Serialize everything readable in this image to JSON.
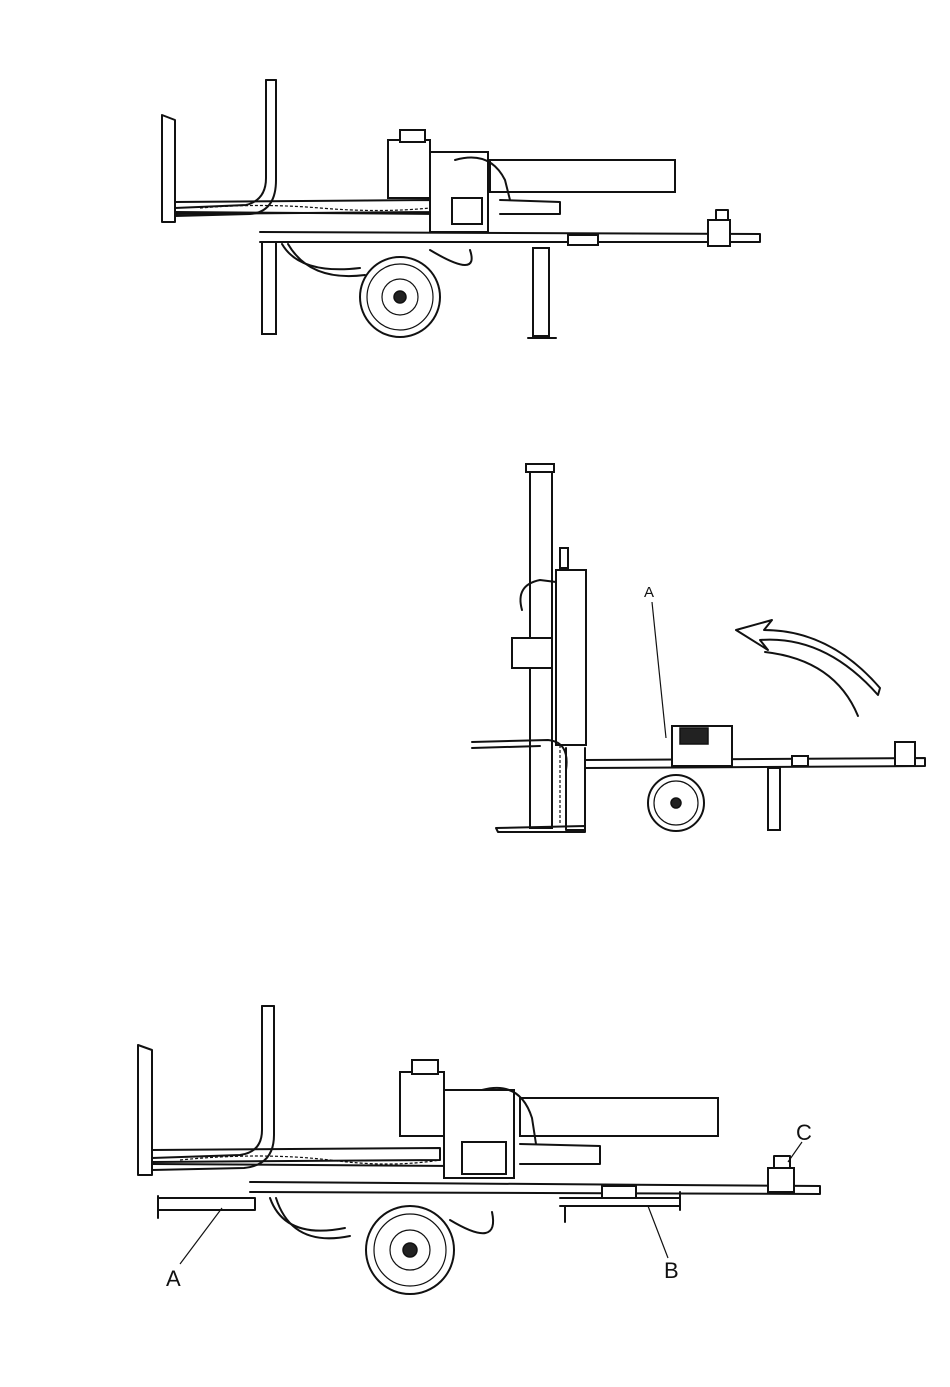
{
  "figure_1": {
    "labels": []
  },
  "figure_2": {
    "label_a": "A"
  },
  "figure_3": {
    "label_a": "A",
    "label_b": "B",
    "label_c": "C"
  }
}
